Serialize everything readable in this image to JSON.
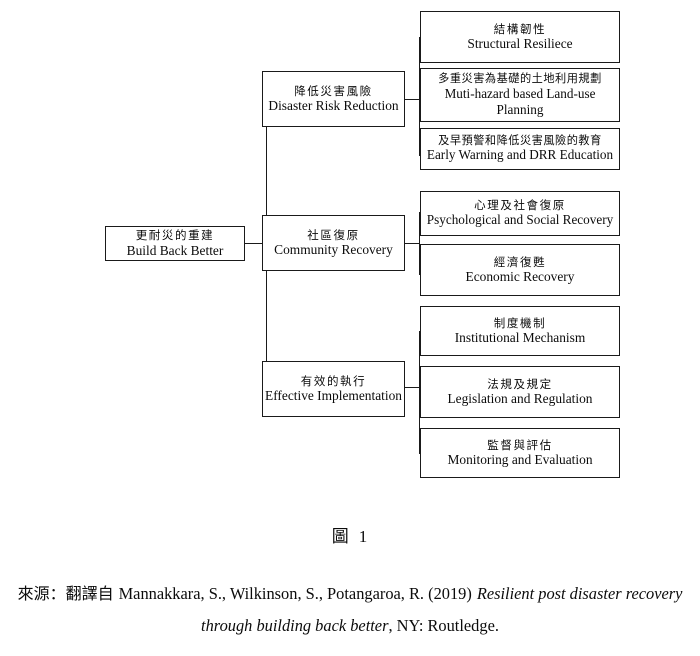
{
  "diagram": {
    "type": "tree-hierarchy",
    "root": {
      "cn": "更耐災的重建",
      "en": "Build Back Better"
    },
    "branches": [
      {
        "id": "disaster-risk-reduction",
        "cn": "降低災害風險",
        "en": "Disaster Risk Reduction",
        "children": [
          {
            "id": "structural-resilience",
            "cn": "結構韌性",
            "en": "Structural Resiliece"
          },
          {
            "id": "multi-hazard-land-use",
            "cn": "多重災害為基礎的土地利用規劃",
            "en": "Muti-hazard based Land-use Planning"
          },
          {
            "id": "early-warning-drr-education",
            "cn": "及早預警和降低災害風險的教育",
            "en": "Early Warning and DRR Education"
          }
        ]
      },
      {
        "id": "community-recovery",
        "cn": "社區復原",
        "en": "Community Recovery",
        "children": [
          {
            "id": "psychological-social-recovery",
            "cn": "心理及社會復原",
            "en": "Psychological and Social Recovery"
          },
          {
            "id": "economic-recovery",
            "cn": "經濟復甦",
            "en": "Economic Recovery"
          }
        ]
      },
      {
        "id": "effective-implementation",
        "cn": "有效的執行",
        "en": "Effective Implementation",
        "children": [
          {
            "id": "institutional-mechanism",
            "cn": "制度機制",
            "en": "Institutional Mechanism"
          },
          {
            "id": "legislation-regulation",
            "cn": "法規及規定",
            "en": "Legislation and Regulation"
          },
          {
            "id": "monitoring-evaluation",
            "cn": "監督與評估",
            "en": "Monitoring and Evaluation"
          }
        ]
      }
    ]
  },
  "caption": {
    "figure_label_cn": "圖",
    "figure_number": "1",
    "source_prefix": "來源：翻譯自",
    "source_authors": "Mannakkara, S., Wilkinson, S., Potangaroa, R. (2019)",
    "source_title": "Resilient post disaster recovery through building back better",
    "source_publisher": ", NY: Routledge."
  },
  "colors": {
    "background": "#ffffff",
    "line": "#1a1a1a",
    "text": "#0b0b0b"
  }
}
